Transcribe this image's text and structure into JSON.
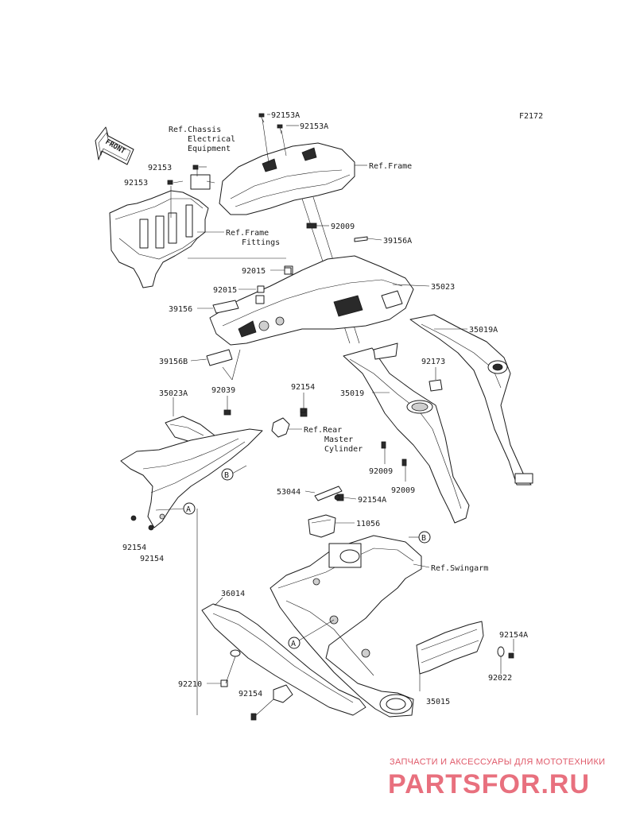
{
  "figure_code": "F2172",
  "front_label": "FRONT",
  "labels": {
    "l_92153A_1": "92153A",
    "l_92153A_2": "92153A",
    "l_ref_chassis": [
      "Ref.Chassis",
      "Electrical",
      "Equipment"
    ],
    "l_92153_1": "92153",
    "l_92153_2": "92153",
    "l_ref_frame": "Ref.Frame",
    "l_92009_1": "92009",
    "l_ref_frame_fittings": [
      "Ref.Frame",
      "Fittings"
    ],
    "l_39156A": "39156A",
    "l_92015_1": "92015",
    "l_35023": "35023",
    "l_92015_2": "92015",
    "l_39156": "39156",
    "l_35019A": "35019A",
    "l_39156B": "39156B",
    "l_92173": "92173",
    "l_92154_1": "92154",
    "l_35023A": "35023A",
    "l_92039": "92039",
    "l_35019": "35019",
    "l_ref_rear_master": [
      "Ref.Rear",
      "Master",
      "Cylinder"
    ],
    "l_B_1": "B",
    "l_92009_2": "92009",
    "l_92009_3": "92009",
    "l_53044": "53044",
    "l_92154A_1": "92154A",
    "l_A_1": "A",
    "l_11056": "11056",
    "l_92154_2": "92154",
    "l_92154_3": "92154",
    "l_B_2": "B",
    "l_ref_swingarm": "Ref.Swingarm",
    "l_36014": "36014",
    "l_92154A_2": "92154A",
    "l_A_2": "A",
    "l_92022": "92022",
    "l_92210": "92210",
    "l_92154_4": "92154",
    "l_35015": "35015"
  },
  "watermark": {
    "top_text": "ЗАПЧАСТИ И АКСЕССУАРЫ ДЛЯ МОТОТЕХНИКИ",
    "logo_text": "PARTSFOR.RU"
  }
}
